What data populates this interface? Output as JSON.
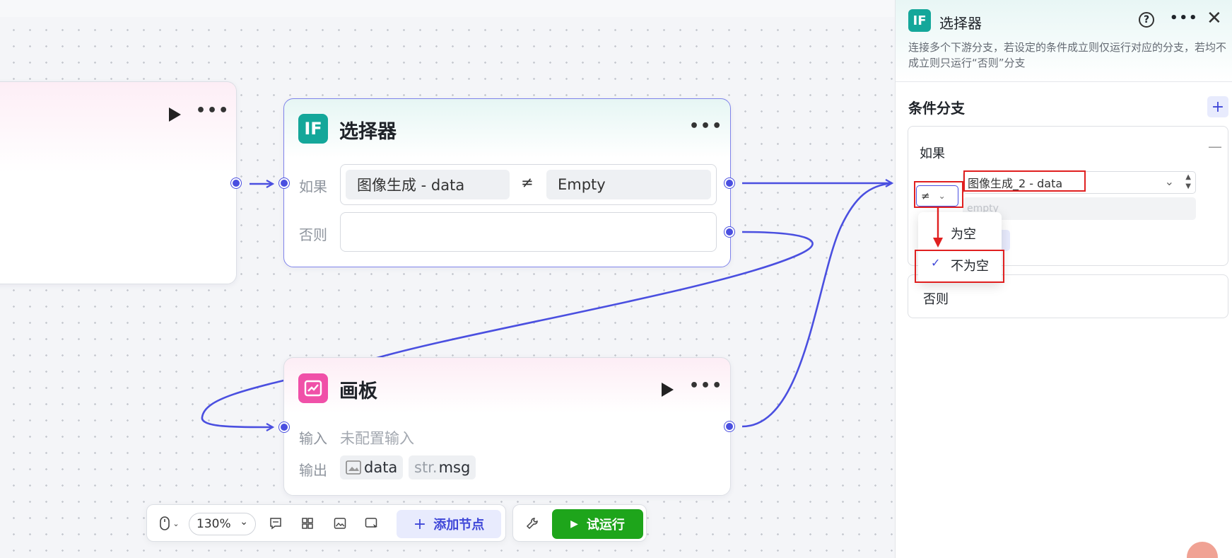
{
  "canvas": {
    "selector_node": {
      "title": "选择器",
      "icon_text": "IF",
      "if_label": "如果",
      "else_label": "否则",
      "condition_left": "图像生成  -  data",
      "condition_operator": "≠",
      "condition_right": "Empty"
    },
    "canvas_node": {
      "title": "画板",
      "input_label": "输入",
      "input_value": "未配置输入",
      "output_label": "输出",
      "output_tags": [
        {
          "prefix": "",
          "name": "data"
        },
        {
          "prefix": "str.",
          "name": "msg"
        }
      ]
    }
  },
  "toolbar": {
    "zoom": "130%",
    "add_node_label": "添加节点",
    "run_label": "试运行"
  },
  "panel": {
    "icon_text": "IF",
    "title": "选择器",
    "description": "连接多个下游分支，若设定的条件成立则仅运行对应的分支，若均不成立则只运行“否则”分支",
    "section_title": "条件分支",
    "if_label": "如果",
    "else_label": "否则",
    "variable_select": "图像生成_2 - data",
    "operator_symbol": "≠",
    "value_placeholder": "empty",
    "dropdown": {
      "items": [
        "为空",
        "不为空"
      ],
      "selected": "不为空"
    }
  },
  "colors": {
    "accent": "#4a4fe0",
    "run_green": "#1ea51b",
    "if_teal": "#14a79a",
    "canvas_pink": "#f050a8",
    "annotation_red": "#e02020"
  }
}
